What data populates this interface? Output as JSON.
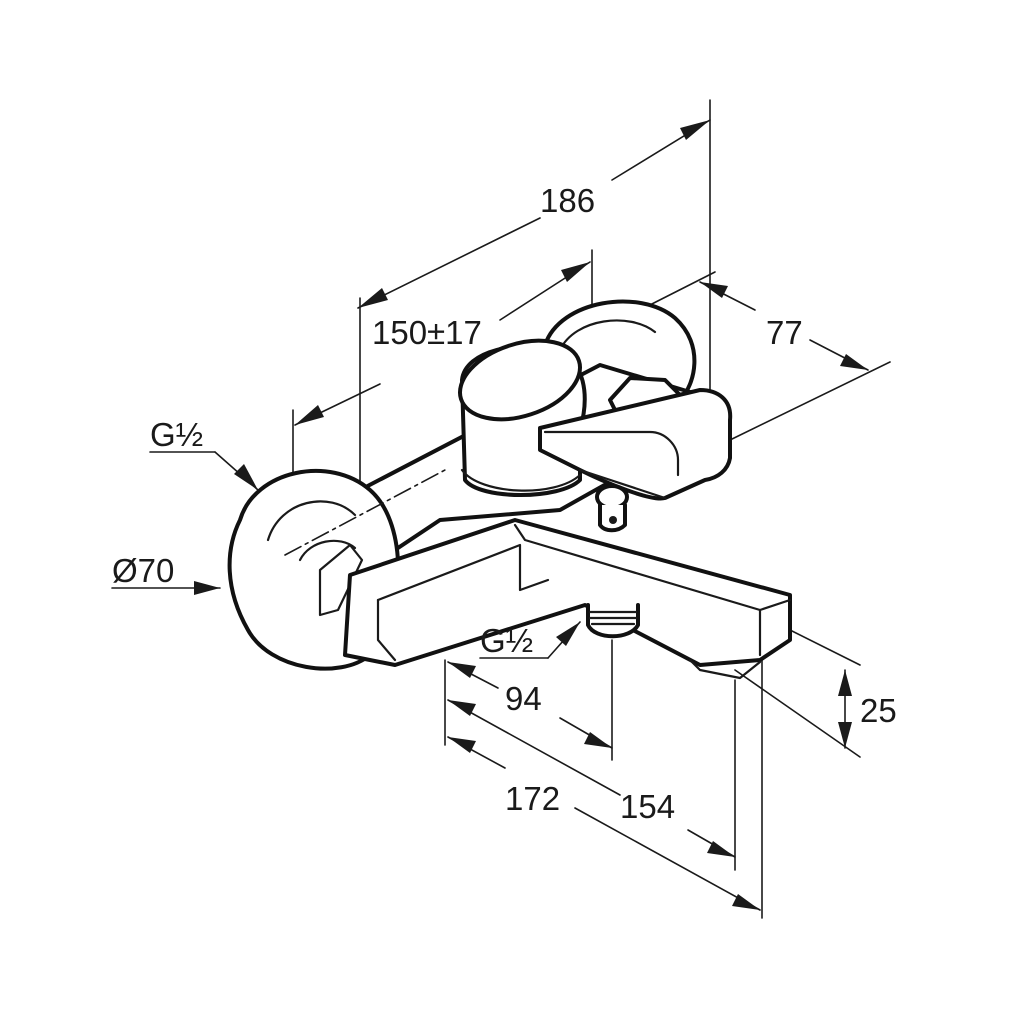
{
  "dimensions": {
    "overall_depth": "186",
    "projection_adjust": "150±17",
    "body_width": "77",
    "thread_inlet": "G½",
    "escutcheon_diameter": "Ø70",
    "thread_outlet": "G½",
    "outlet_offset": "94",
    "spout_depth_total": "172",
    "spout_depth": "154",
    "spout_height": "25"
  }
}
